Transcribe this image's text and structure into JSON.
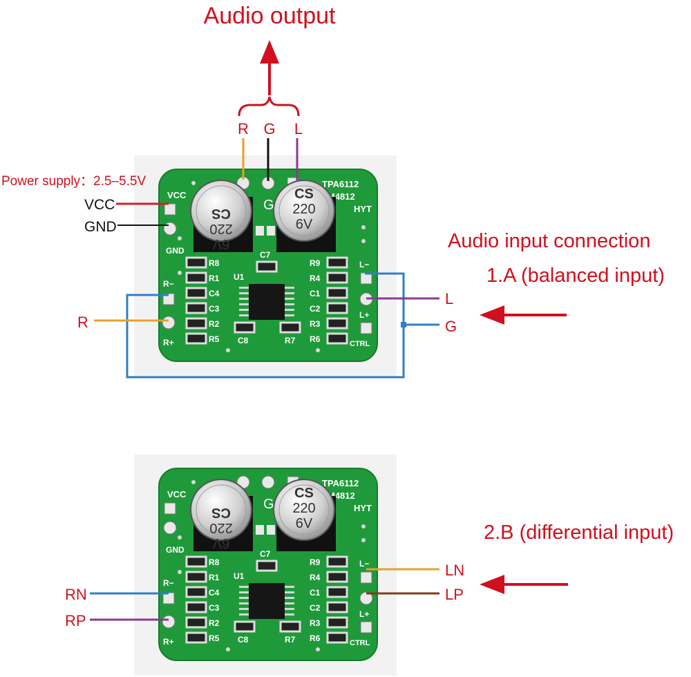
{
  "colors": {
    "annotation_red": "#d10f1d",
    "pcb_green": "#1f9a3a",
    "wire_orange": "#e8a02a",
    "wire_purple": "#8a3a94",
    "wire_blue": "#2f7fc4",
    "wire_brown": "#7a3e1a",
    "wire_red": "#d81e28",
    "wire_black": "#111111"
  },
  "output": {
    "title": "Audio output",
    "pins": [
      "R",
      "G",
      "L"
    ]
  },
  "power": {
    "title": "Power supply：2.5–5.5V",
    "vcc_label": "VCC",
    "gnd_label": "GND"
  },
  "input": {
    "title": "Audio input connection",
    "mode_a": "1.A (balanced input)",
    "mode_b": "2.B (differential input)"
  },
  "board_a": {
    "r_label": "R",
    "l_label": "L",
    "g_label": "G"
  },
  "board_b": {
    "rn_label": "RN",
    "rp_label": "RP",
    "ln_label": "LN",
    "lp_label": "LP"
  },
  "pcb": {
    "vcc": "VCC",
    "gnd": "GND",
    "r_minus": "R−",
    "r_plus": "R+",
    "l_minus": "L−",
    "l_plus": "L+",
    "ctrl": "CTRL",
    "chip_line1": "TPA6112",
    "chip_line2": "LM4812",
    "maker": "HYT",
    "g_pad": "G",
    "cap_text1": "CS",
    "cap_text2": "220",
    "cap_text3": "6V",
    "r8": "R8",
    "r1": "R1",
    "c4": "C4",
    "c3": "C3",
    "r2": "R2",
    "r5": "R5",
    "r9": "R9",
    "r4": "R4",
    "c1": "C1",
    "c2": "C2",
    "r3": "R3",
    "r6": "R6",
    "c7": "C7",
    "c8": "C8",
    "r7": "R7",
    "u1": "U1"
  }
}
